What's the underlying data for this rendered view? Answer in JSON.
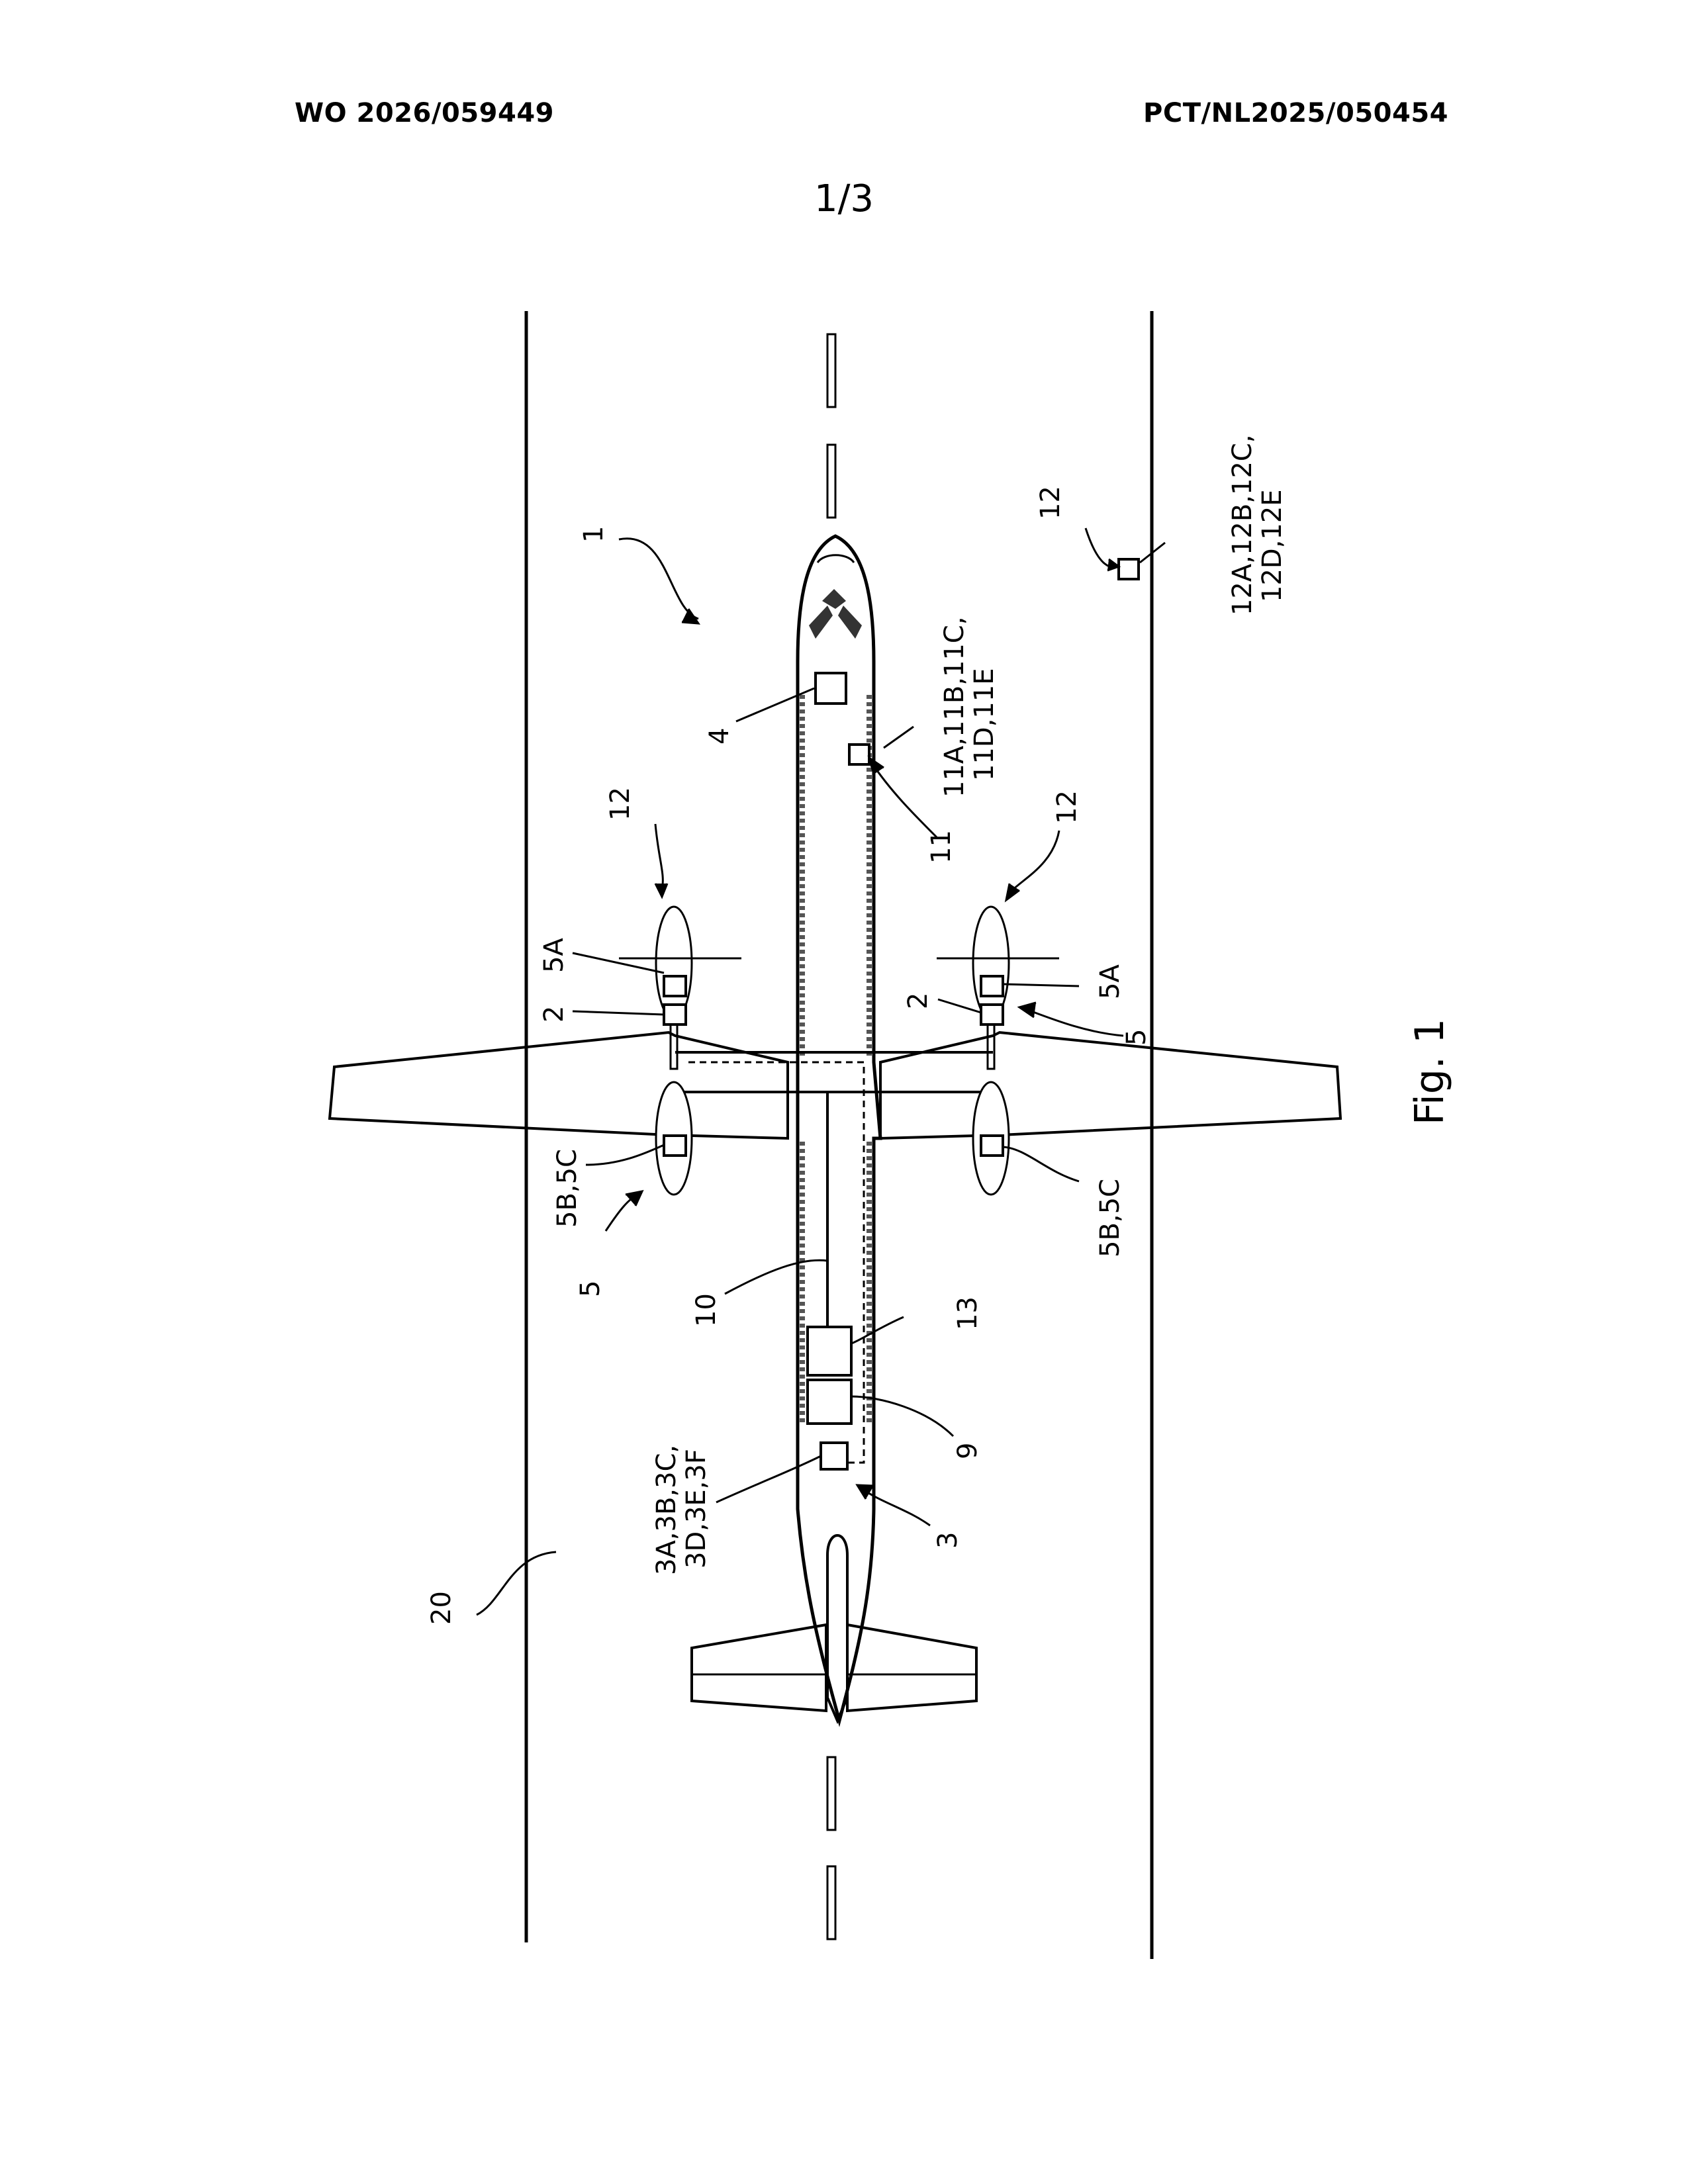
{
  "header": {
    "publication_number": "WO 2026/059449",
    "application_number": "PCT/NL2025/050454"
  },
  "sheet_number": "1/3",
  "figure": {
    "label": "Fig. 1",
    "reference_labels": {
      "aircraft": "1",
      "propeller_left": "12",
      "propeller_right": "12",
      "ground_12": "12",
      "ground_12_detail_1": "12A,12B,12C,",
      "ground_12_detail_2": "12D,12E",
      "cockpit_4": "4",
      "sensor_11": "11",
      "sensor_11_detail_1": "11A,11B,11C,",
      "sensor_11_detail_2": "11D,11E",
      "engine_5A_left": "5A",
      "engine_2_left": "2",
      "engine_5A_right": "5A",
      "engine_2_right": "2",
      "engine_5_right": "5",
      "engine_5_left": "5",
      "engine_5B5C_left": "5B,5C",
      "engine_5B5C_right": "5B,5C",
      "line_10": "10",
      "box_13": "13",
      "box_9": "9",
      "box_3": "3",
      "box_3_detail_1": "3A,3B,3C,",
      "box_3_detail_2": "3D,3E,3F",
      "runway_20": "20"
    }
  }
}
